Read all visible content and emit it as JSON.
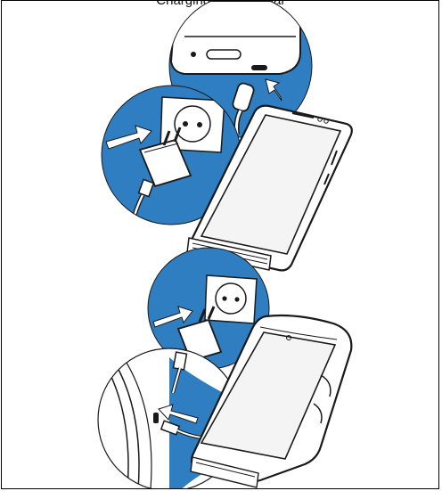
{
  "header": {
    "caption": "Charging the terminal"
  },
  "colors": {
    "accent": "#2e7ec1",
    "line": "#1a1a1a",
    "fill": "#ffffff",
    "screen": "#f4f4f4"
  },
  "illustrations": [
    {
      "id": "top",
      "subject": "terminal-with-usb-c-charging-port"
    },
    {
      "id": "bottom",
      "subject": "terminal-with-side-usb-charging-port"
    }
  ]
}
